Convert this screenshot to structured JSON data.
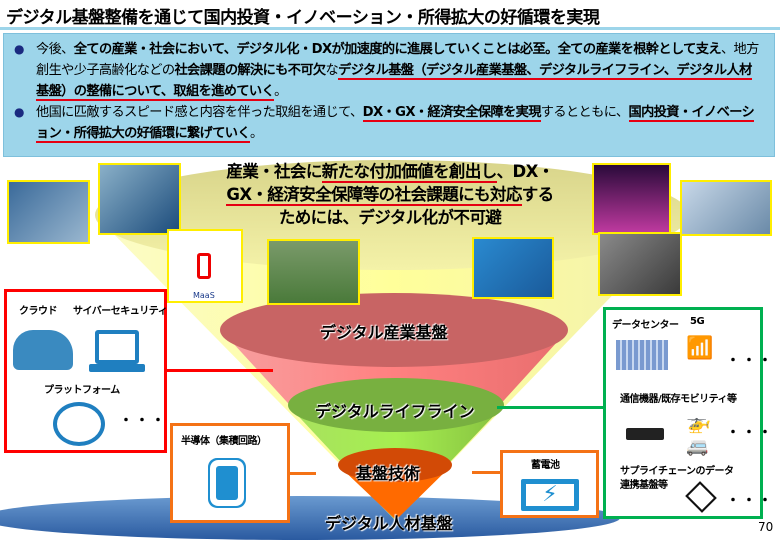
{
  "title": "デジタル基盤整備を通じて国内投資・イノベーション・所得拡大の好循環を実現",
  "summary": {
    "b1": {
      "p1": "今後、",
      "p2": "全ての産業・社会において、デジタル化・DXが加速度的に進展していくことは必至。全ての産業を根幹として支え",
      "p3": "、地方創生や少子高齢化などの",
      "p4": "社会課題の解決にも不可欠",
      "p5": "な",
      "p6": "デジタル基盤（デジタル産業基盤、デジタルライフライン、デジタル人材基盤）の整備について、取組を進めていく",
      "p7": "。"
    },
    "b2": {
      "p1": "他国に匹敵するスピード感と内容を伴った取組を通じて、",
      "p2": "DX・GX・経済安全保障を実現",
      "p3": "するとともに、",
      "p4": "国内投資・イノベーション・所得拡大の好循環に繋げていく",
      "p5": "。"
    }
  },
  "headline": {
    "l1a": "産業・社会に",
    "l1b": "新たな付加価値を創出し",
    "l1c": "、DX・",
    "l2a": "GX・経済安全保障等の社会課題にも対応",
    "l2b": "する",
    "l3": "ためには、デジタル化が不可避"
  },
  "funnel": {
    "layer1": "デジタル産業基盤",
    "layer2": "デジタルライフライン",
    "layer3": "基盤技術",
    "base": "デジタル人材基盤"
  },
  "maas_label": "MaaS",
  "industry_box": {
    "cloud": "クラウド",
    "security": "サイバーセキュリティ",
    "platform": "プラットフォーム",
    "more": "・・・"
  },
  "semiconductor_box": {
    "label": "半導体（集積回路）"
  },
  "battery_box": {
    "label": "蓄電池"
  },
  "lifeline_box": {
    "dc": "データセンター",
    "g5": "5G",
    "devices": "通信機器/既存モビリティ等",
    "supply1": "サプライチェーンのデータ",
    "supply2": "連携基盤等",
    "more": "・・・"
  },
  "page_number": "70",
  "colors": {
    "summary_bg": "#9dd5ea",
    "underline": "#e60012",
    "red": "#ff0000",
    "green": "#00b050",
    "orange": "#f47216",
    "icon_blue": "#1f7fc0"
  }
}
